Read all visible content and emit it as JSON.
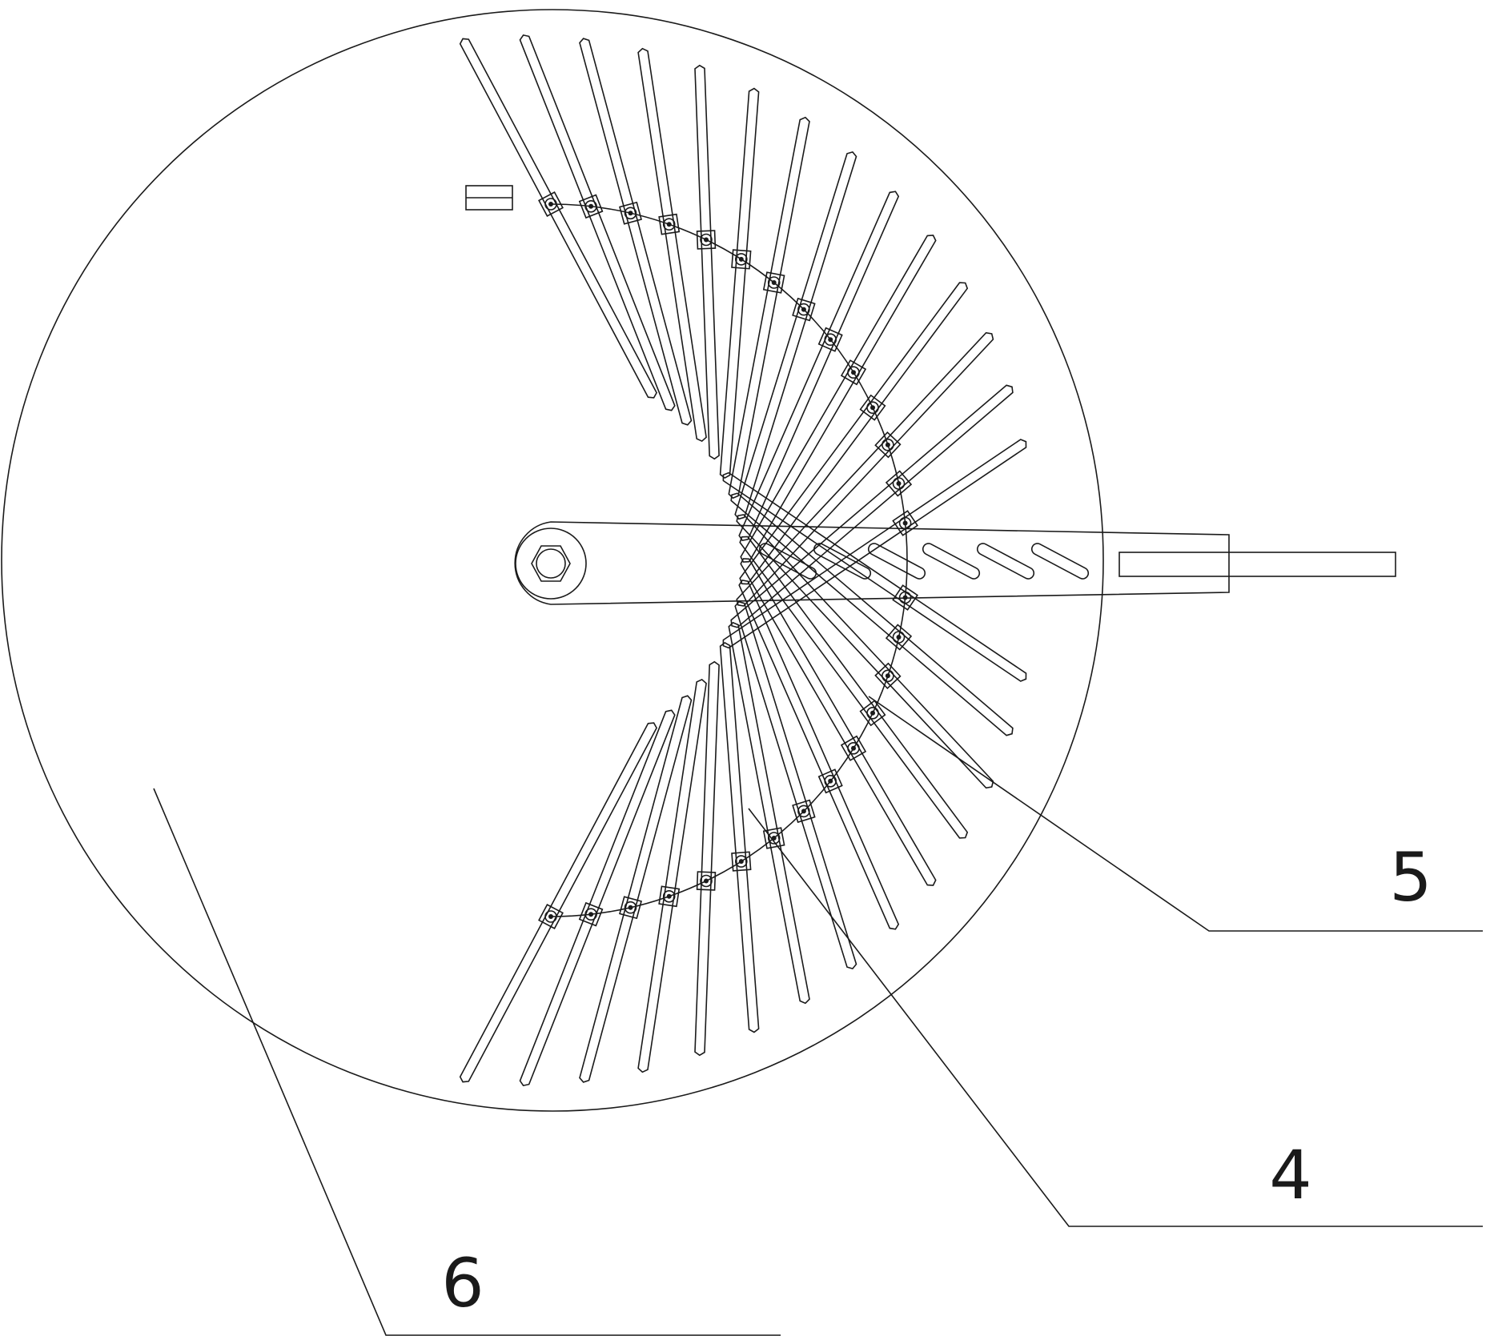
{
  "labels": {
    "part_5": "5",
    "part_4": "4",
    "part_6": "6"
  },
  "drawing": {
    "line_color": "#1a1a1a",
    "background": "#ffffff",
    "upper_tine_count": 14,
    "lower_tine_count": 14
  }
}
